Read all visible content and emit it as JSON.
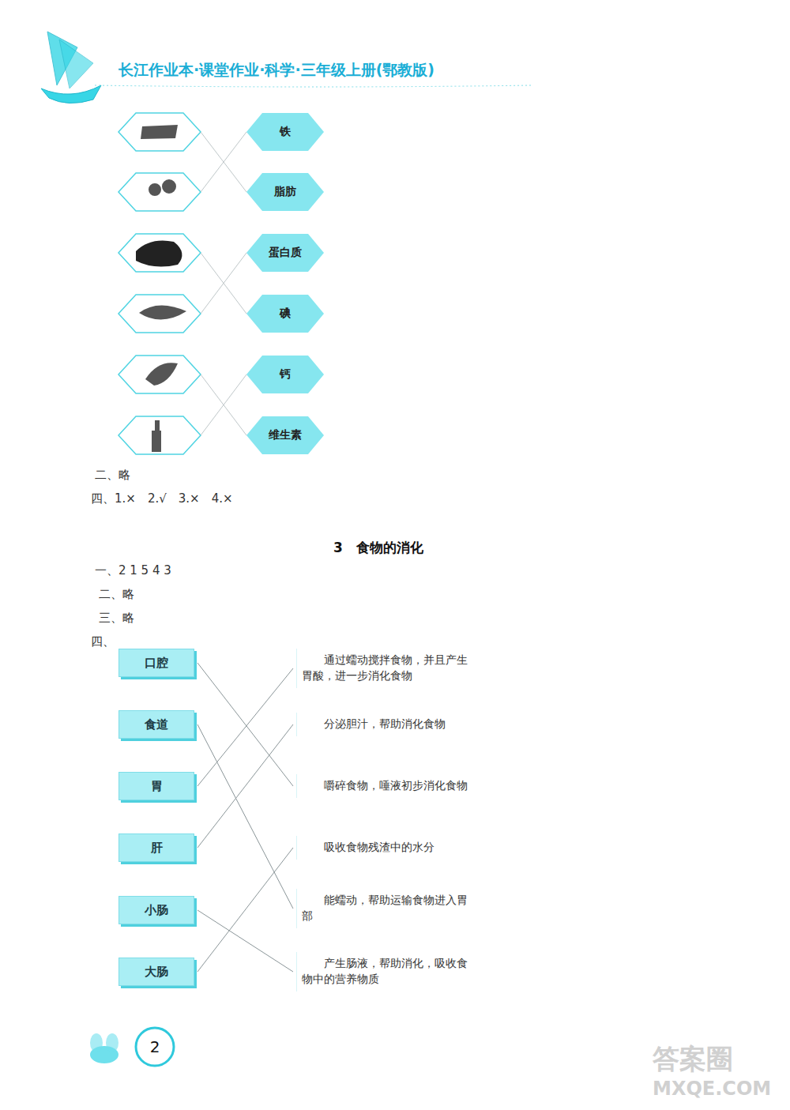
{
  "diagram": {
    "title": "长江作业本·课堂作业·科学·三年级上册(鄂教版)",
    "nodes": [
      {
        "text": [
          "铁"
        ]
      },
      {
        "text": [
          "脂肪"
        ]
      },
      {
        "text": [
          "蛋白质"
        ]
      },
      {
        "text": [
          "碘"
        ]
      },
      {
        "text": [
          "钙"
        ]
      },
      {
        "text": [
          "维生素"
        ]
      },
      {
        "text": [
          "口腔"
        ]
      },
      {
        "text": [
          "食道"
        ]
      },
      {
        "text": [
          "胃"
        ]
      },
      {
        "text": [
          "肝"
        ]
      },
      {
        "text": [
          "小肠"
        ]
      },
      {
        "text": [
          "大肠"
        ]
      },
      {
        "text": [
          "通过蠕动搅拌食物，并且产生胃酸，进一步消化食物"
        ]
      },
      {
        "text": [
          "分泌胆汁，帮助消化食物"
        ]
      },
      {
        "text": [
          "嚼碎食物，唾液初步消化食物"
        ]
      },
      {
        "text": [
          "吸收食物残渣中的水分"
        ]
      },
      {
        "text": [
          "能蠕动，帮助运输食物进入胃部"
        ]
      },
      {
        "text": [
          "产生肠液，帮助消化，吸收食物中的营养物质"
        ]
      }
    ],
    "edges": [
      {
        "from": 6,
        "to": 14,
        "arrow": "none"
      },
      {
        "from": 7,
        "to": 16,
        "arrow": "none"
      },
      {
        "from": 8,
        "to": 12,
        "arrow": "none"
      },
      {
        "from": 9,
        "to": 13,
        "arrow": "none"
      },
      {
        "from": 10,
        "to": 17,
        "arrow": "none"
      },
      {
        "from": 11,
        "to": 15,
        "arrow": "none"
      }
    ],
    "labels": [
      "二、略",
      "四、1.×　2.√　3.×　4.×",
      "3　食物的消化",
      "一、2 1 5 4 3",
      "二、略",
      "三、略",
      "四、",
      "2",
      "答案圈",
      "MXQE.COM"
    ]
  }
}
